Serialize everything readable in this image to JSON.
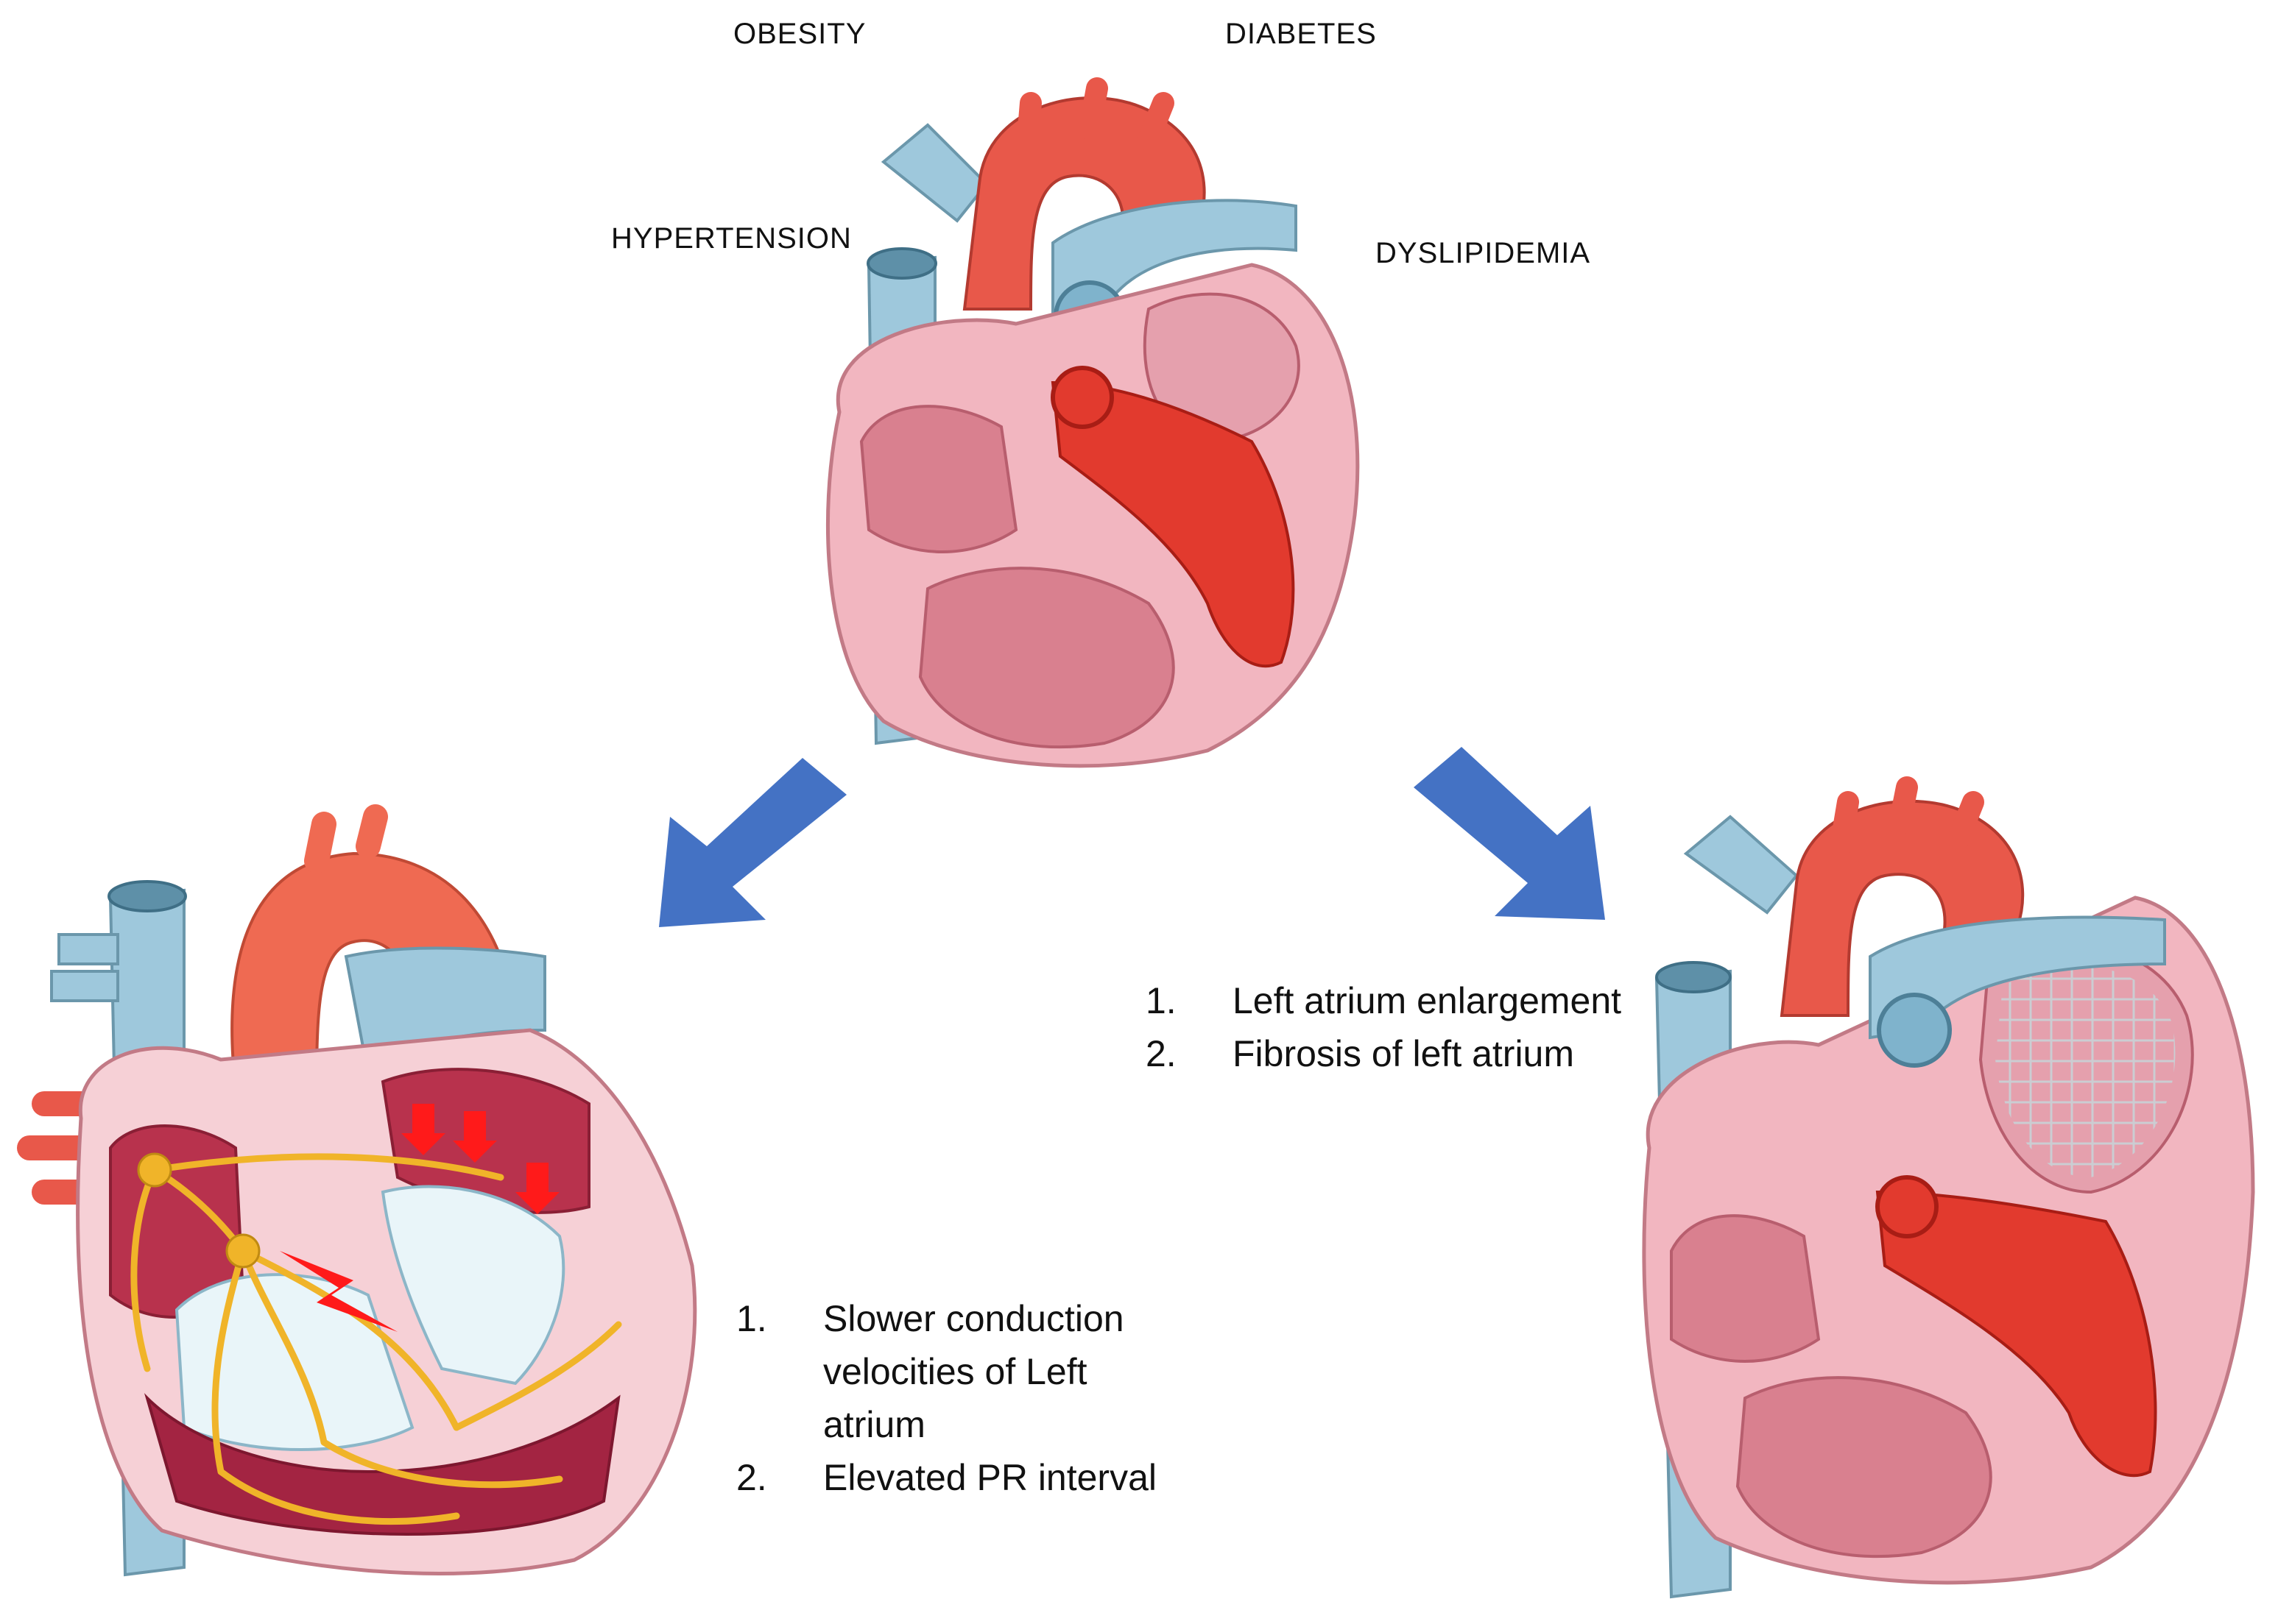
{
  "risk_factors": {
    "obesity": "OBESITY",
    "diabetes": "DIABETES",
    "hypertension": "HYPERTENSION",
    "dyslipidemia": "DYSLIPIDEMIA"
  },
  "right_outcomes": [
    {
      "num": "1.",
      "text": "Left atrium enlargement"
    },
    {
      "num": "2.",
      "text": "Fibrosis of left atrium"
    }
  ],
  "left_outcomes": [
    {
      "num": "1.",
      "text": "Slower conduction velocities of Left atrium"
    },
    {
      "num": "2.",
      "text": "Elevated PR interval"
    }
  ],
  "colors": {
    "arrow": "#4472c4",
    "aorta": "#e8584a",
    "vessel": "#9ec8dc",
    "myocardium": "#f2b6c0",
    "chamber": "#d9808f",
    "blood": "#e23a2e",
    "conduction": "#f0b429",
    "signal": "#ff1a1a"
  }
}
